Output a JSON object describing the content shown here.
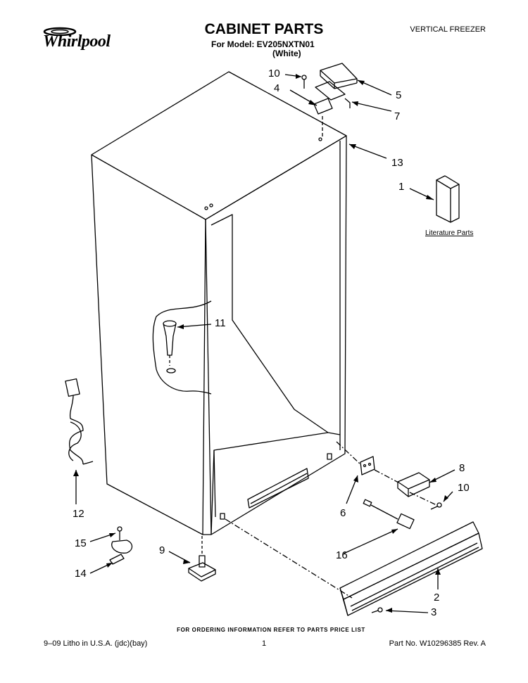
{
  "header": {
    "brand": "Whirlpool",
    "title": "CABINET PARTS",
    "model_line": "For Model: EV205NXTN01",
    "color_line": "(White)",
    "category": "VERTICAL FREEZER"
  },
  "diagram": {
    "callouts": [
      "10",
      "4",
      "5",
      "7",
      "13",
      "1",
      "11",
      "12",
      "8",
      "10",
      "6",
      "16",
      "15",
      "9",
      "14",
      "2",
      "3"
    ],
    "literature_label": "Literature Parts"
  },
  "footer": {
    "ordering_note": "FOR ORDERING INFORMATION REFER TO PARTS PRICE LIST",
    "litho": "9–09 Litho in U.S.A. (jdc)(bay)",
    "page": "1",
    "part_no": "Part No. W10296385 Rev. A"
  }
}
